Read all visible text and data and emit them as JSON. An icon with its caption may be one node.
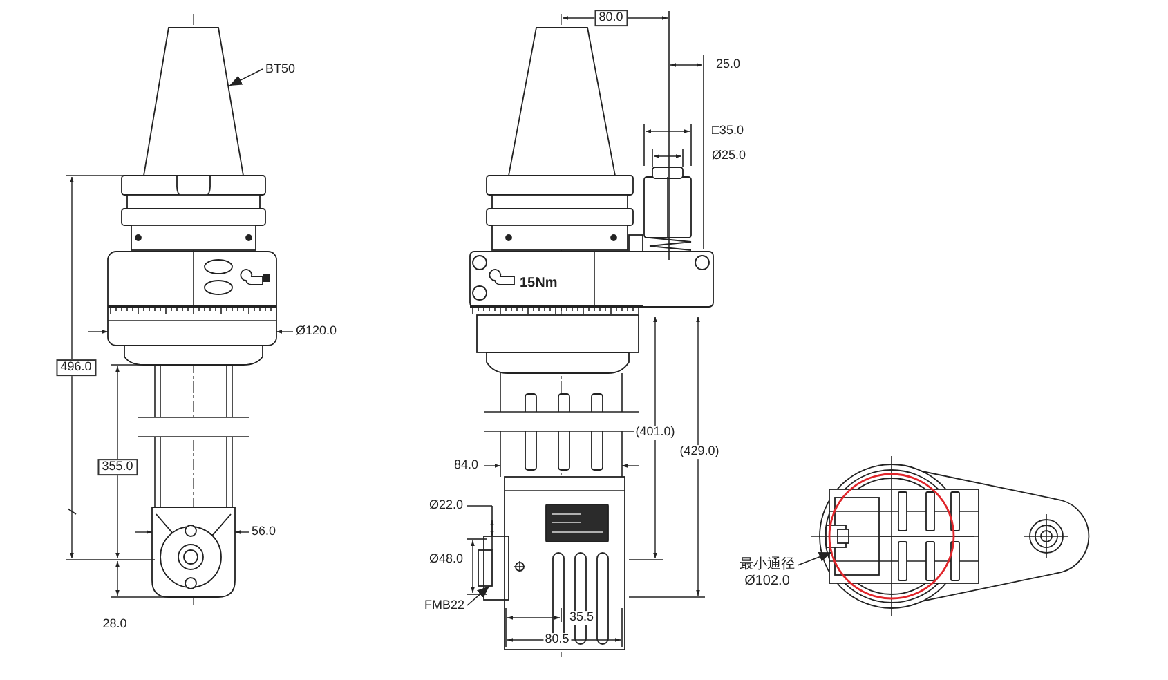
{
  "diagram": {
    "nodes": [
      {
        "text": [
          "BT50"
        ]
      },
      {
        "text": [
          "FMB22"
        ]
      },
      {
        "text": [
          "最小通径",
          "Ø102.0"
        ]
      },
      {
        "text": [],
        "shape": "picture"
      },
      {
        "text": [],
        "shape": "box"
      },
      {
        "text": [],
        "shape": "circle"
      }
    ],
    "edges": [
      {
        "from": 0,
        "to": 3,
        "arrow": "to"
      },
      {
        "from": 1,
        "to": 4,
        "arrow": "to"
      },
      {
        "from": 2,
        "to": 5,
        "arrow": "to"
      }
    ],
    "labels": [
      "80.0",
      "25.0",
      "□35.0",
      "Ø25.0",
      "15Nm",
      "Ø120.0",
      "496.0",
      "(401.0)",
      "(429.0)",
      "84.0",
      "355.0",
      "Ø22.0",
      "56.0",
      "Ø48.0",
      "35.5",
      "28.0",
      "80.5"
    ]
  }
}
